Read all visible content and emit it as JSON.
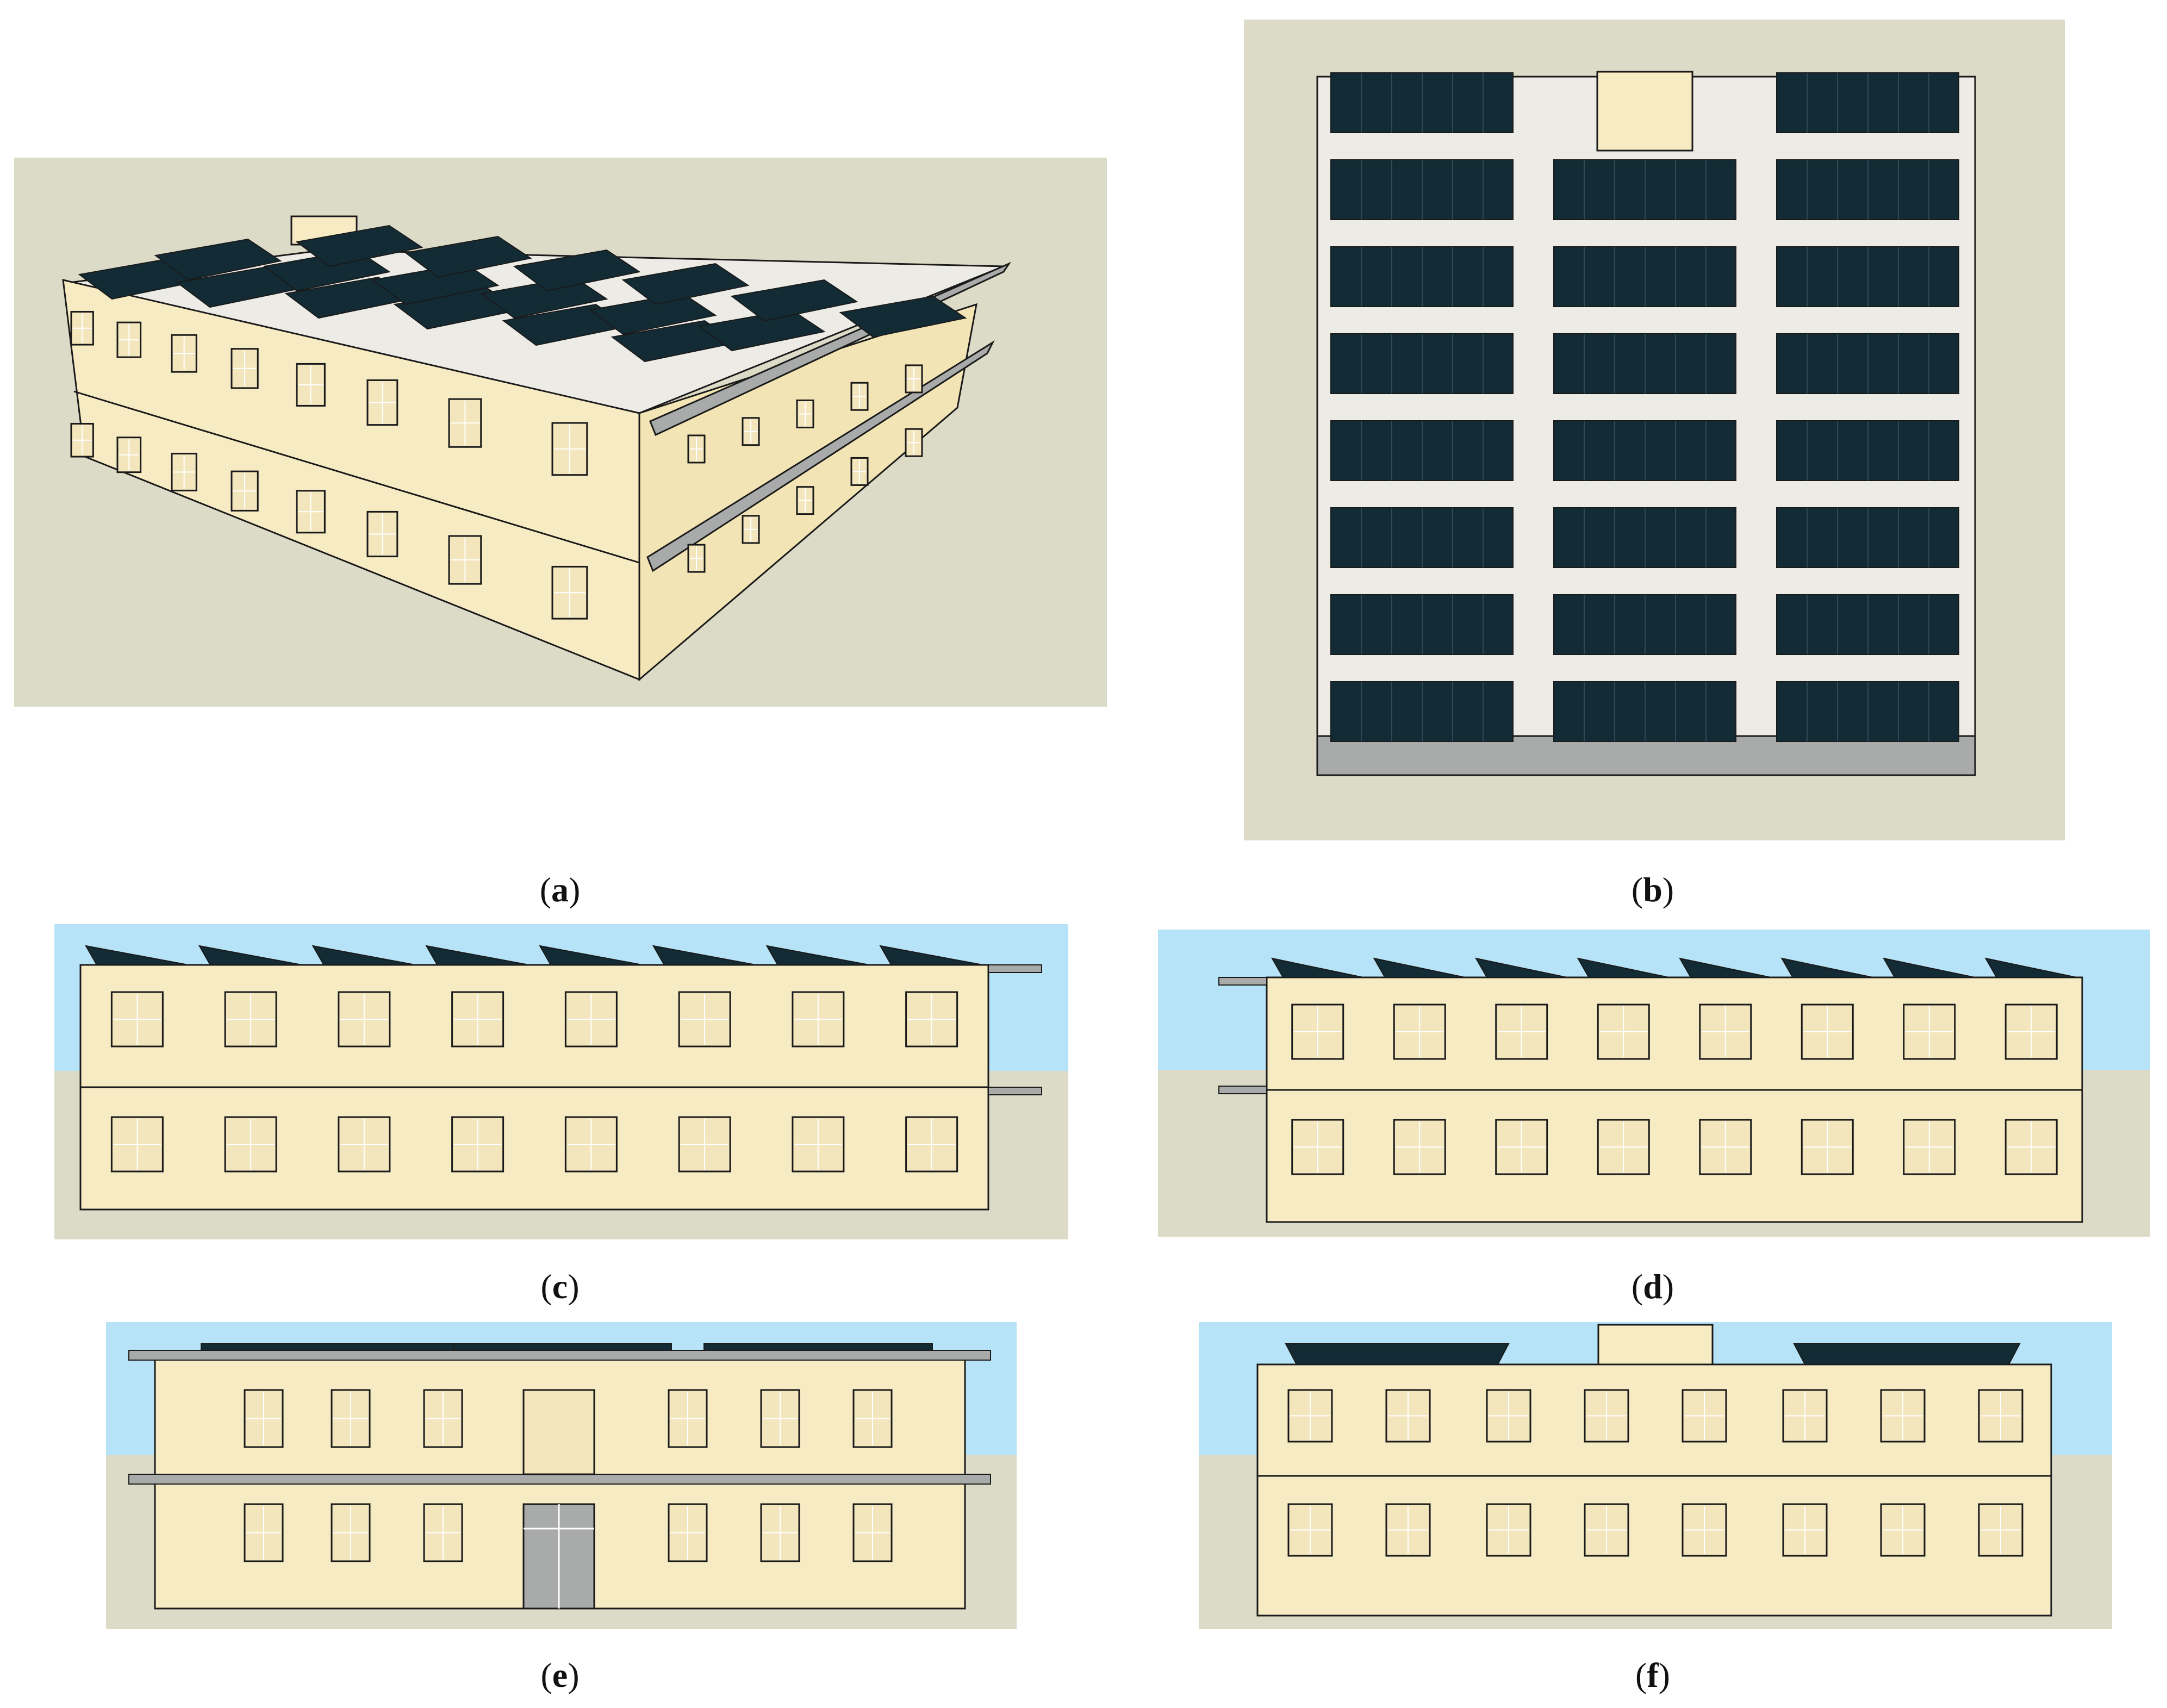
{
  "colors": {
    "ground": "#dcdbc8",
    "sky": "#b6e3f7",
    "wall": "#f7ebc4",
    "wall_shadow": "#f2e4b4",
    "roof": "#edebe6",
    "panel": "#122b34",
    "slab": "#a9aaaa",
    "glass": "#f3e6bd",
    "outline": "#1a1a1a"
  },
  "figures": [
    {
      "id": "a",
      "label": "a",
      "view": "isometric"
    },
    {
      "id": "b",
      "label": "b",
      "view": "roof-plan"
    },
    {
      "id": "c",
      "label": "c",
      "view": "elevation-long"
    },
    {
      "id": "d",
      "label": "d",
      "view": "elevation-long"
    },
    {
      "id": "e",
      "label": "e",
      "view": "elevation-short-entrance"
    },
    {
      "id": "f",
      "label": "f",
      "view": "elevation-short"
    }
  ]
}
